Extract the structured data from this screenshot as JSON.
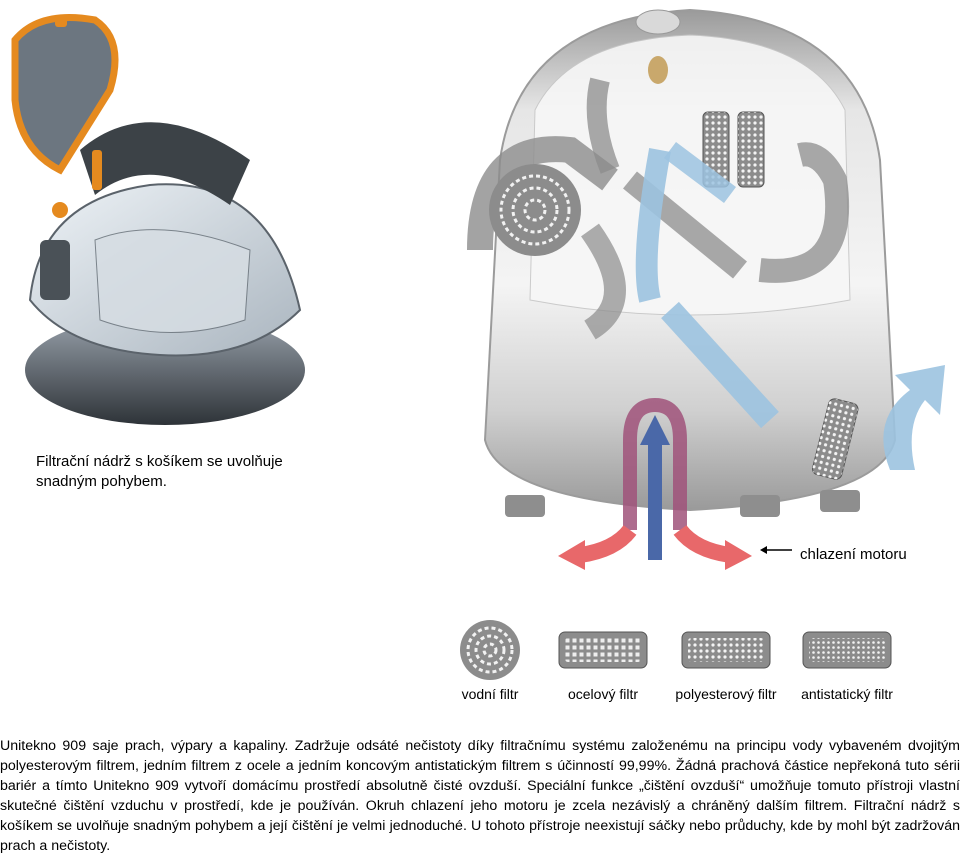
{
  "caption_left": "Filtrační nádrž s košíkem se uvolňuje snadným pohybem.",
  "cooling_label": "chlazení motoru",
  "legend": [
    {
      "label": "vodní filtr",
      "icon": "water-filter-icon"
    },
    {
      "label": "ocelový filtr",
      "icon": "steel-filter-icon"
    },
    {
      "label": "polyesterový filtr",
      "icon": "polyester-filter-icon"
    },
    {
      "label": "antistatický filtr",
      "icon": "antistatic-filter-icon"
    }
  ],
  "body_text": "Unitekno 909 saje prach, výpary a kapaliny. Zadržuje odsáté nečistoty díky filtračnímu systému založenému na principu vody vybaveném dvojitým polyesterovým filtrem, jedním filtrem z ocele a jedním koncovým antistatickým filtrem s účinností 99,99%. Žádná prachová částice nepřekoná tuto sérii bariér a tímto Unitekno 909 vytvoří domácímu prostředí absolutně čisté ovzduší. Speciální funkce „čištění ovzduší“ umožňuje tomuto přístroji vlastní skutečné čištění vzduchu v prostředí, kde je používán. Okruh chlazení jeho motoru je zcela nezávislý a chráněný dalším filtrem. Filtrační nádrž s košíkem se uvolňuje snadným pohybem a její čištění je velmi jednoduché. U tohoto přístroje neexistují sáčky nebo průduchy, kde by mohl být zadržován prach a nečistoty.",
  "colors": {
    "flow_gray": "#8c8c8c",
    "flow_blue": "#9cc3e0",
    "flow_red": "#e8686a",
    "flow_purple": "#a0527a",
    "flow_navy": "#4a68a8",
    "body_gray": "#b9b9b9",
    "orange": "#e58a1f"
  }
}
